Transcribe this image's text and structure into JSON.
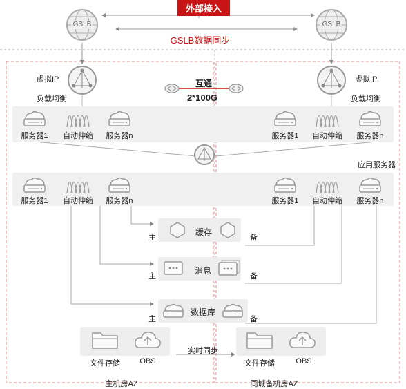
{
  "external_access": "外部接入",
  "gslb_sync": "GSLB数据同步",
  "gslb_left": "GSLB",
  "gslb_right": "GSLB",
  "vip_left": "虚拟IP",
  "vip_right": "虚拟IP",
  "lb_left": "负载均衡",
  "lb_right": "负载均衡",
  "interconnect": "互通",
  "bandwidth": "2*100G",
  "app_servers": "应用服务器",
  "row1": [
    "服务器1",
    "自动伸缩",
    "服务器n",
    "服务器1",
    "自动伸缩",
    "服务器n"
  ],
  "row2": [
    "服务器1",
    "自动伸缩",
    "服务器n",
    "服务器1",
    "自动伸缩",
    "服务器n"
  ],
  "cache": "缓存",
  "message": "消息",
  "database": "数据库",
  "primary": "主",
  "standby": "备",
  "file_storage_left": "文件存储",
  "obs_left": "OBS",
  "file_storage_right": "文件存储",
  "obs_right": "OBS",
  "realtime_sync": "实时同步",
  "az_primary": "主机房AZ",
  "az_backup": "同城备机房AZ",
  "colors": {
    "accent": "#c81414",
    "line": "#999999",
    "band": "#f0f0f0"
  }
}
